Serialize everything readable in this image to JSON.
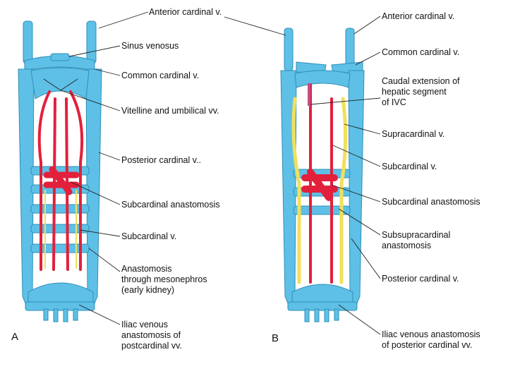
{
  "panels": [
    {
      "letter": "A",
      "labels": [
        {
          "id": "anterior",
          "lines": [
            "Anterior cardinal v."
          ]
        },
        {
          "id": "sinus",
          "lines": [
            "Sinus venosus"
          ]
        },
        {
          "id": "common",
          "lines": [
            "Common cardinal v."
          ]
        },
        {
          "id": "vitelline",
          "lines": [
            "Vitelline and umbilical vv."
          ]
        },
        {
          "id": "posterior",
          "lines": [
            "Posterior cardinal v.."
          ]
        },
        {
          "id": "subcard-anast",
          "lines": [
            "Subcardinal anastomosis"
          ]
        },
        {
          "id": "subcardinal",
          "lines": [
            "Subcardinal v."
          ]
        },
        {
          "id": "mesonephros",
          "lines": [
            "Anastomosis",
            "through mesonephros",
            "(early kidney)"
          ]
        },
        {
          "id": "iliac",
          "lines": [
            "Iliac venous",
            "anastomosis of",
            "postcardinal vv."
          ]
        }
      ]
    },
    {
      "letter": "B",
      "labels": [
        {
          "id": "anterior",
          "lines": [
            "Anterior cardinal v."
          ]
        },
        {
          "id": "common",
          "lines": [
            "Common cardinal v."
          ]
        },
        {
          "id": "caudal",
          "lines": [
            "Caudal extension of",
            "hepatic segment",
            "of IVC"
          ]
        },
        {
          "id": "supracardinal",
          "lines": [
            "Supracardinal v."
          ]
        },
        {
          "id": "subcardinal",
          "lines": [
            "Subcardinal v."
          ]
        },
        {
          "id": "subcard-anast",
          "lines": [
            "Subcardinal anastomosis"
          ]
        },
        {
          "id": "subsupra",
          "lines": [
            "Subsupracardinal",
            "anastomosis"
          ]
        },
        {
          "id": "posterior",
          "lines": [
            "Posterior cardinal v."
          ]
        },
        {
          "id": "iliac",
          "lines": [
            "Iliac venous anastomosis",
            "of posterior cardinal vv."
          ]
        }
      ]
    }
  ],
  "colors": {
    "cardinal_blue": "#5ec0e6",
    "subcardinal_red": "#e2203c",
    "supracardinal_yellow": "#f1e05a",
    "hepatic_pink": "#c0508a"
  }
}
